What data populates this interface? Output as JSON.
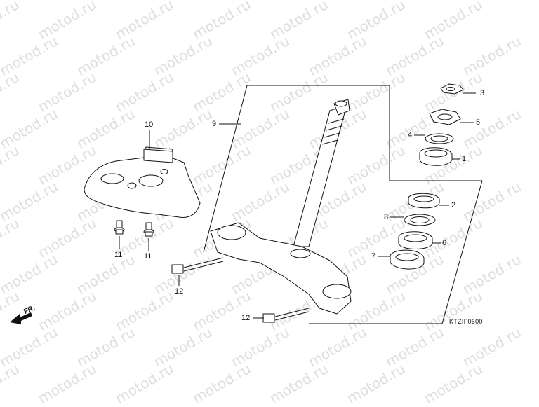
{
  "watermark_text": "motod.ru",
  "diagram_code": "KTZIF0600",
  "front_indicator": "FR.",
  "callouts": [
    {
      "id": "1",
      "label": "1"
    },
    {
      "id": "2",
      "label": "2"
    },
    {
      "id": "3",
      "label": "3"
    },
    {
      "id": "4",
      "label": "4"
    },
    {
      "id": "5",
      "label": "5"
    },
    {
      "id": "6",
      "label": "6"
    },
    {
      "id": "7",
      "label": "7"
    },
    {
      "id": "8",
      "label": "8"
    },
    {
      "id": "9",
      "label": "9"
    },
    {
      "id": "10",
      "label": "10"
    },
    {
      "id": "11a",
      "label": "11"
    },
    {
      "id": "11b",
      "label": "11"
    },
    {
      "id": "12a",
      "label": "12"
    },
    {
      "id": "12b",
      "label": "12"
    }
  ],
  "colors": {
    "line": "#111111",
    "watermark": "#dedede",
    "background": "#ffffff"
  }
}
